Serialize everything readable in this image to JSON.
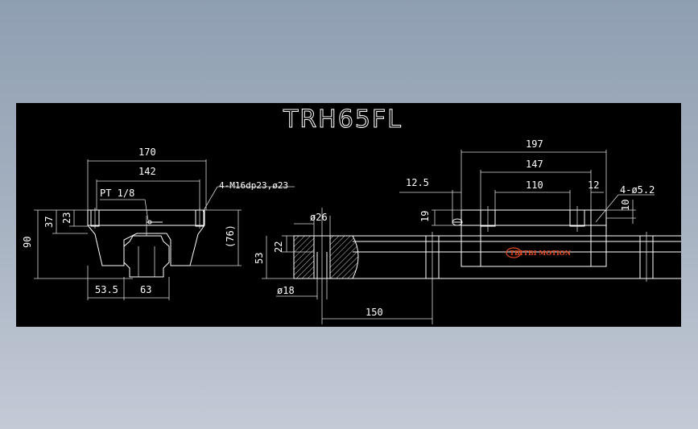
{
  "title": "TRH65FL",
  "front_view": {
    "dims": {
      "width_170": "170",
      "width_142": "142",
      "thread_note": "4-M16dp23,ø23",
      "pt_note": "PT 1/8",
      "height_90": "90",
      "height_37": "37",
      "height_23": "23",
      "height_76": "(76)",
      "bottom_53_5": "53.5",
      "bottom_63": "63"
    }
  },
  "rail_view": {
    "dims": {
      "dia_26": "ø26",
      "dim_22": "22",
      "dim_53": "53",
      "dia_18": "ø18",
      "pitch_150": "150"
    }
  },
  "side_view": {
    "dims": {
      "len_197": "197",
      "len_147": "147",
      "len_110": "110",
      "dim_12_5": "12.5",
      "dim_12": "12",
      "hole_note": "4-ø5.2",
      "dim_19": "19",
      "dim_10": "10"
    },
    "logo": "TBI MOTION"
  },
  "colors": {
    "canvas": "#000000",
    "lines": "#ffffff",
    "logo": "#e04820"
  }
}
